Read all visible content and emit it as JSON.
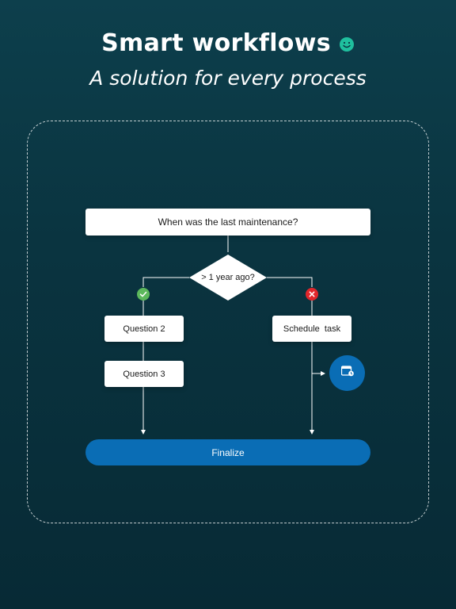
{
  "header": {
    "title": "Smart workflows",
    "subtitle": "A solution for every process"
  },
  "flow": {
    "start_question": "When was the last maintenance?",
    "condition": "> 1 year ago?",
    "yes_branch": [
      "Question 2",
      "Question 3"
    ],
    "no_branch": "Schedule  task",
    "finalize": "Finalize"
  },
  "icons": {
    "title_emoji": "smiley-face-icon",
    "yes": "check-icon",
    "no": "cross-icon",
    "action": "calendar-icon"
  },
  "colors": {
    "background": "#0a3440",
    "accent_teal": "#1fbf9e",
    "primary_blue": "#0a6db5",
    "yes_green": "#5cb85c",
    "no_red": "#e0262b"
  }
}
